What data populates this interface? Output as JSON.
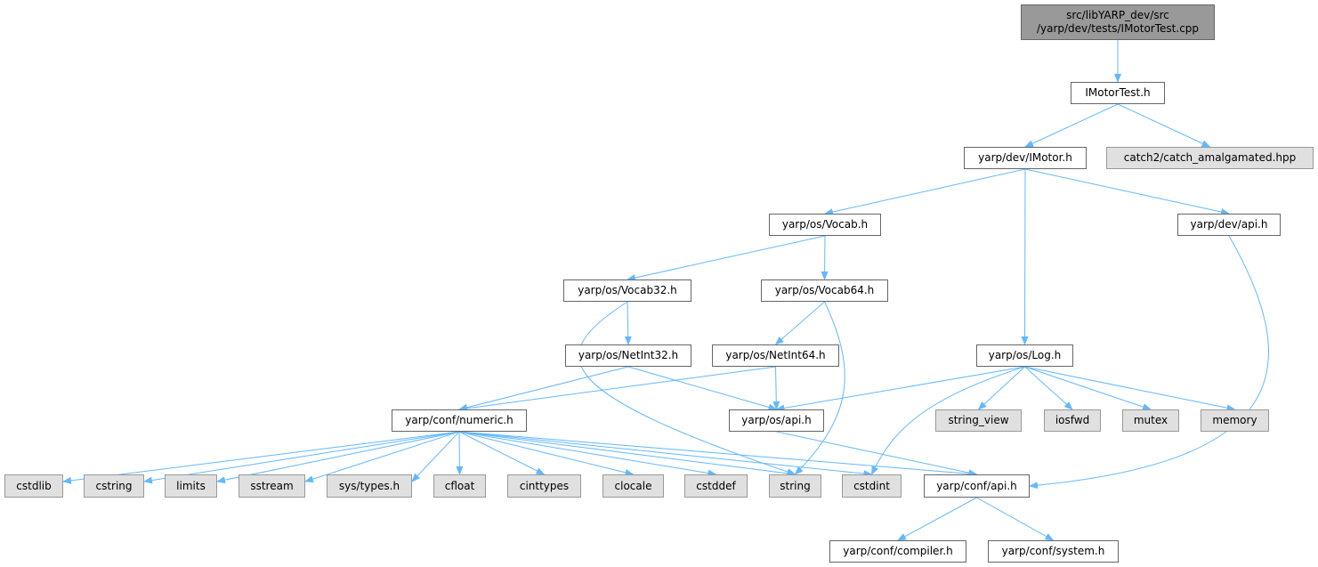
{
  "colors": {
    "edge": "#63b8ff",
    "root_fill": "#999999",
    "system_fill": "#e0e0e0",
    "local_fill": "#ffffff"
  },
  "nodes": {
    "root": {
      "line1": "src/libYARP_dev/src",
      "line2": "/yarp/dev/tests/IMotorTest.cpp"
    },
    "imotortest": {
      "label": "IMotorTest.h"
    },
    "imotor": {
      "label": "yarp/dev/IMotor.h"
    },
    "catch2": {
      "label": "catch2/catch_amalgamated.hpp"
    },
    "vocab": {
      "label": "yarp/os/Vocab.h"
    },
    "devapi": {
      "label": "yarp/dev/api.h"
    },
    "vocab32": {
      "label": "yarp/os/Vocab32.h"
    },
    "vocab64": {
      "label": "yarp/os/Vocab64.h"
    },
    "netint32": {
      "label": "yarp/os/NetInt32.h"
    },
    "netint64": {
      "label": "yarp/os/NetInt64.h"
    },
    "log": {
      "label": "yarp/os/Log.h"
    },
    "numeric": {
      "label": "yarp/conf/numeric.h"
    },
    "osapi": {
      "label": "yarp/os/api.h"
    },
    "string_view": {
      "label": "string_view"
    },
    "iosfwd": {
      "label": "iosfwd"
    },
    "mutex": {
      "label": "mutex"
    },
    "memory": {
      "label": "memory"
    },
    "cstdlib": {
      "label": "cstdlib"
    },
    "cstring": {
      "label": "cstring"
    },
    "limits": {
      "label": "limits"
    },
    "sstream": {
      "label": "sstream"
    },
    "systypes": {
      "label": "sys/types.h"
    },
    "cfloat": {
      "label": "cfloat"
    },
    "cinttypes": {
      "label": "cinttypes"
    },
    "clocale": {
      "label": "clocale"
    },
    "cstddef": {
      "label": "cstddef"
    },
    "string": {
      "label": "string"
    },
    "cstdint": {
      "label": "cstdint"
    },
    "confapi": {
      "label": "yarp/conf/api.h"
    },
    "compiler": {
      "label": "yarp/conf/compiler.h"
    },
    "system": {
      "label": "yarp/conf/system.h"
    }
  },
  "edges": [
    [
      "root",
      "imotortest"
    ],
    [
      "imotortest",
      "imotor"
    ],
    [
      "imotortest",
      "catch2"
    ],
    [
      "imotor",
      "vocab"
    ],
    [
      "imotor",
      "log"
    ],
    [
      "imotor",
      "devapi"
    ],
    [
      "vocab",
      "vocab32"
    ],
    [
      "vocab",
      "vocab64"
    ],
    [
      "vocab32",
      "netint32"
    ],
    [
      "vocab32",
      "string"
    ],
    [
      "vocab64",
      "netint64"
    ],
    [
      "vocab64",
      "string"
    ],
    [
      "netint32",
      "numeric"
    ],
    [
      "netint32",
      "osapi"
    ],
    [
      "netint64",
      "numeric"
    ],
    [
      "netint64",
      "osapi"
    ],
    [
      "numeric",
      "cstdlib"
    ],
    [
      "numeric",
      "cstring"
    ],
    [
      "numeric",
      "limits"
    ],
    [
      "numeric",
      "sstream"
    ],
    [
      "numeric",
      "systypes"
    ],
    [
      "numeric",
      "cfloat"
    ],
    [
      "numeric",
      "cinttypes"
    ],
    [
      "numeric",
      "clocale"
    ],
    [
      "numeric",
      "cstddef"
    ],
    [
      "numeric",
      "string"
    ],
    [
      "numeric",
      "cstdint"
    ],
    [
      "numeric",
      "confapi"
    ],
    [
      "log",
      "osapi"
    ],
    [
      "log",
      "cstdint"
    ],
    [
      "log",
      "string_view"
    ],
    [
      "log",
      "iosfwd"
    ],
    [
      "log",
      "mutex"
    ],
    [
      "log",
      "memory"
    ],
    [
      "osapi",
      "confapi"
    ],
    [
      "devapi",
      "confapi"
    ],
    [
      "confapi",
      "compiler"
    ],
    [
      "confapi",
      "system"
    ]
  ]
}
